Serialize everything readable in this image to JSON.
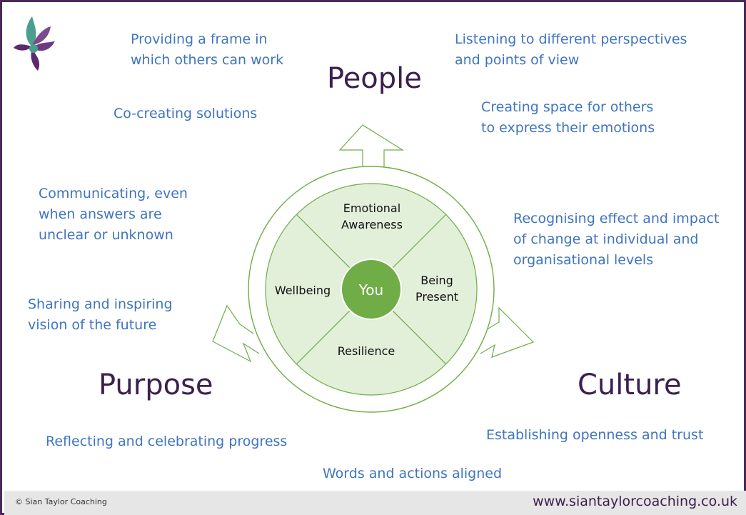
{
  "headings": {
    "people": "People",
    "purpose": "Purpose",
    "culture": "Culture"
  },
  "phrases": [
    "Providing a frame in\nwhich others can work",
    "Listening to different perspectives\nand points of view",
    "Co-creating solutions",
    "Creating space for others\nto express their emotions",
    "Communicating, even\nwhen answers are\nunclear or unknown",
    "Recognising effect and impact\nof change at individual and\norganisational levels",
    "Sharing and inspiring\nvision of the future",
    "Reflecting and celebrating progress",
    "Establishing openness and trust",
    "Words and actions aligned"
  ],
  "wheel": {
    "center": "You",
    "top": [
      "Emotional",
      "Awareness"
    ],
    "right": [
      "Being",
      "Present"
    ],
    "bottom": "Resilience",
    "left": "Wellbeing"
  },
  "colors": {
    "segment": "#e2efd9",
    "stroke": "#70ad47",
    "center": "#70ad47",
    "phrase": "#3f74c0",
    "heading": "#3b1f4e"
  },
  "footer": {
    "copyright": "© Sian Taylor Coaching",
    "website": "www.siantaylorcoaching.co.uk"
  }
}
